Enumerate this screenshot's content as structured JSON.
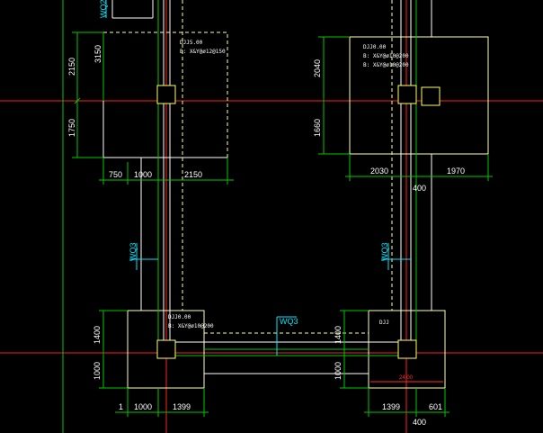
{
  "colors": {
    "background": "#000000",
    "axis": "#ff2020",
    "dimension": "#00c800",
    "footing": "#ffffff",
    "beam_dashed": "#ffff99",
    "beam_edge": "#ffffc0",
    "column": "#ffff66",
    "wall": "#ffffff",
    "wall_tag": "#00e5ff",
    "red_label": "#ff2a2a"
  },
  "wall_tags": {
    "top": "WQ2",
    "left_mid": "WQ3",
    "right_mid": "WQ3",
    "bottom_mid": "WQ3"
  },
  "footings": {
    "top_left": {
      "note_line1": "DJJ5.00",
      "note_line2": "B: X&Y@ø12@150"
    },
    "top_right": {
      "note_line1": "DJJ0.00",
      "note_line2": "B: X&Y@ø10@200"
    },
    "bottom_left": {
      "note_line1": "DJJ0.00",
      "note_line2": "B: X&Y@ø10@200"
    },
    "bottom_right": {
      "note_line1": "DJJ"
    }
  },
  "dimensions": {
    "tl_v_top_outer": "2150",
    "tl_v_bottom_outer": "1750",
    "tl_v_inner": "3150",
    "tl_h_a": "750",
    "tl_h_b": "1000",
    "tl_h_c": "2150",
    "tr_v_top": "2040",
    "tr_v_bottom": "1660",
    "tr_h_a": "2030",
    "tr_h_b": "1970",
    "tr_h_col": "400",
    "bl_v_top": "1400",
    "bl_v_bottom": "1000",
    "bl_h_edge": "1",
    "bl_h_a": "1000",
    "bl_h_b": "1399",
    "br_v_top": "1400",
    "br_v_bottom": "1000",
    "br_h_a": "1399",
    "br_h_b": "601",
    "br_h_col": "400",
    "br_red": "24.00"
  }
}
